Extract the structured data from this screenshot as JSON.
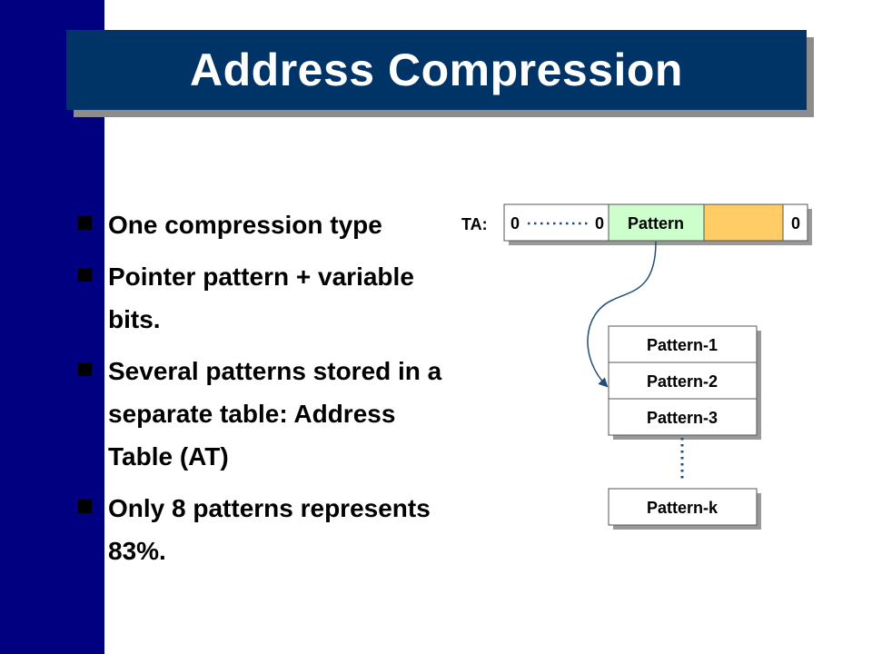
{
  "slide": {
    "title": "Address Compression",
    "bullets": [
      "One compression type",
      "Pointer pattern + variable bits.",
      "Several patterns stored in a separate table: Address Table (AT)",
      "Only 8 patterns represents 83%."
    ]
  },
  "diagram": {
    "ta_label": "TA:",
    "ta_register": {
      "cells": [
        "0",
        "0",
        "Pattern",
        "",
        "0"
      ],
      "pattern_fill": "#ccffcc",
      "variable_bits_fill": "#ffcc66"
    },
    "address_table": {
      "rows": [
        "Pattern-1",
        "Pattern-2",
        "Pattern-3"
      ],
      "last_row": "Pattern-k"
    }
  },
  "colors": {
    "side_bar": "#000080",
    "title_background": "#003366",
    "title_text": "#ffffff",
    "title_shadow": "#8c8c8c",
    "connector": "#1f4e79"
  }
}
